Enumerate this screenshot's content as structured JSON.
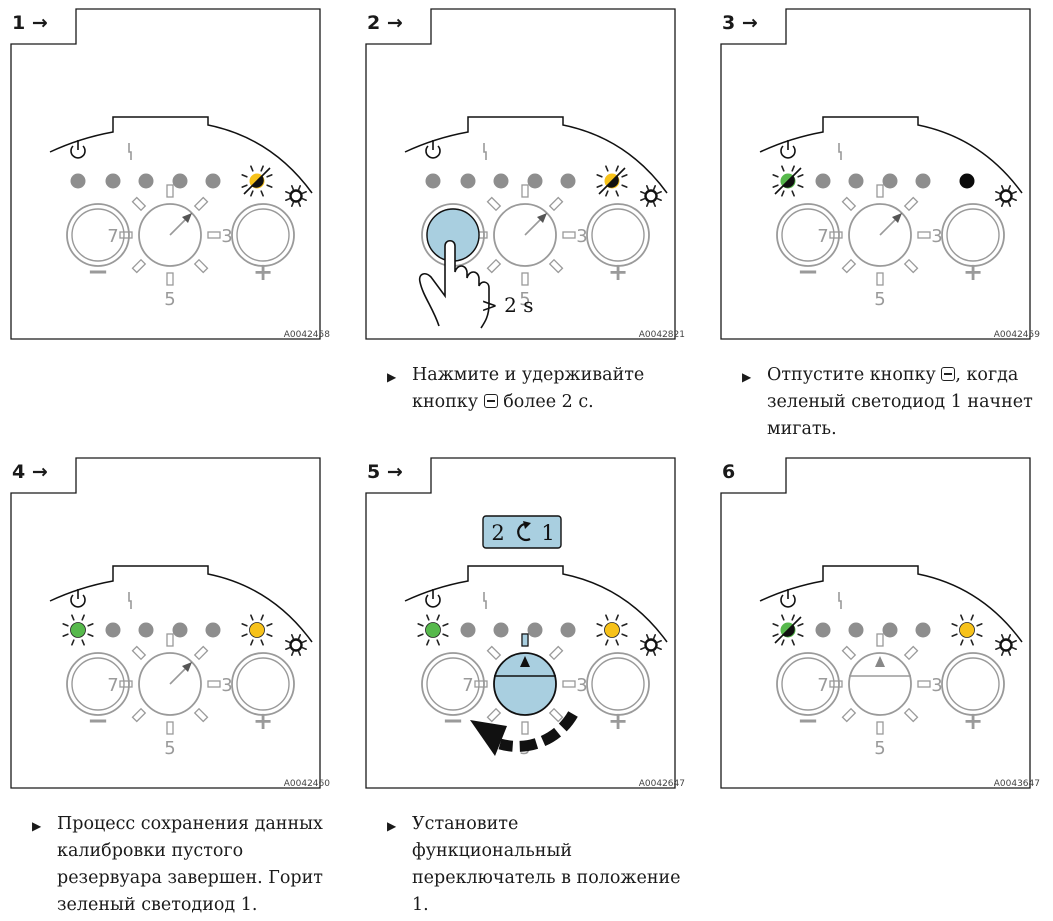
{
  "colors": {
    "frame": "#1a1a1a",
    "led_off": "#8e8e8e",
    "led_black": "#0b0b0b",
    "led_green": "#57b94c",
    "led_yellow": "#f7c21a",
    "highlight_blue": "#a9cfe0",
    "switch_grey": "#9a9a9a"
  },
  "icons": {
    "power": "power-icon",
    "fault": "fault-icon",
    "sun": "sun-icon",
    "hand": "hand-pointer-icon",
    "rotate": "rotate-arrow-icon"
  },
  "panels": [
    {
      "label": "1 →",
      "code": "A0042458",
      "caption": [],
      "led1": "off",
      "led6": "yellow_blink",
      "knob": "pos3",
      "press": false,
      "hint": "",
      "dial_highlight": false,
      "rotate_arrow": false,
      "badge": null
    },
    {
      "label": "2 →",
      "code": "A0042821",
      "caption": [
        "Нажмите и удерживайте",
        "кнопку",
        "более 2 с."
      ],
      "led1": "off",
      "led6": "yellow_blink",
      "knob": "pos3",
      "press": true,
      "hint": "> 2 s",
      "dial_highlight": false,
      "rotate_arrow": false,
      "badge": null
    },
    {
      "label": "3 →",
      "code": "A0042459",
      "caption": [
        "Отпустите кнопку",
        ", когда",
        "зеленый светодиод 1 начнет",
        "мигать."
      ],
      "led1": "green_blink",
      "led6": "black",
      "knob": "pos3",
      "press": false,
      "hint": "",
      "dial_highlight": false,
      "rotate_arrow": false,
      "badge": null
    },
    {
      "label": "4 →",
      "code": "A0042460",
      "caption": [
        "Процесс сохранения данных",
        "калибровки пустого",
        "резервуара завершен. Горит",
        "зеленый светодиод 1."
      ],
      "led1": "green_on",
      "led6": "yellow_on",
      "knob": "pos3",
      "press": false,
      "hint": "",
      "dial_highlight": false,
      "rotate_arrow": false,
      "badge": null
    },
    {
      "label": "5 →",
      "code": "A0042647",
      "caption": [
        "Установите функциональный",
        "переключатель в положение",
        "1."
      ],
      "led1": "green_on",
      "led6": "yellow_on",
      "knob": "pos1",
      "press": false,
      "hint": "",
      "dial_highlight": true,
      "rotate_arrow": true,
      "badge": {
        "from": "2",
        "to": "1"
      }
    },
    {
      "label": "6",
      "code": "A0043647",
      "caption": [],
      "led1": "green_blink",
      "led6": "yellow_on",
      "knob": "pos1",
      "press": false,
      "hint": "",
      "dial_highlight": false,
      "rotate_arrow": false,
      "badge": null
    }
  ],
  "dial": {
    "n7": "7",
    "n3": "3",
    "n5": "5",
    "minus": "−",
    "plus": "+"
  }
}
